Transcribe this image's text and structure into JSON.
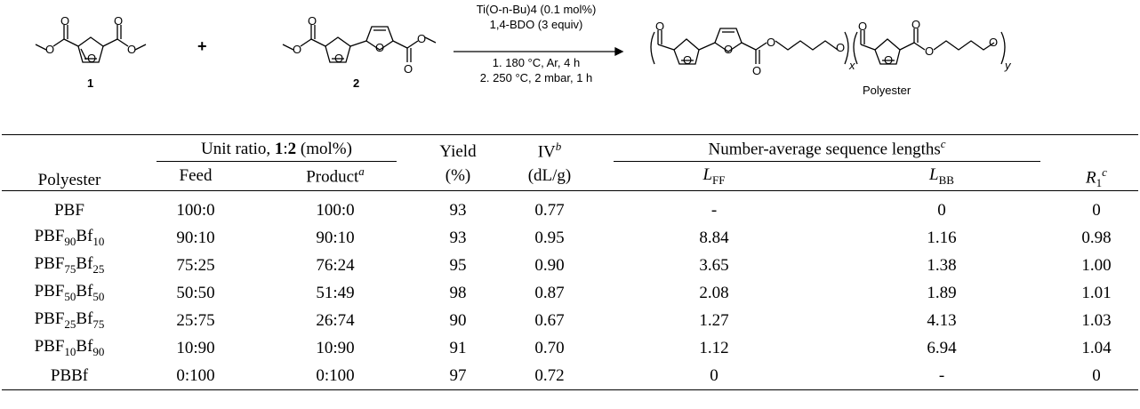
{
  "scheme": {
    "compound1_label": "1",
    "compound2_label": "2",
    "plus": "+",
    "conditions": [
      "Ti(O-n-Bu)4 (0.1 mol%)",
      "1,4-BDO (3 equiv)",
      "1. 180 °C, Ar, 4 h",
      "2. 250 °C, 2 mbar, 1 h"
    ],
    "product_label": "Polyester",
    "subscript_x": "x",
    "subscript_y": "y",
    "atom_O": "O"
  },
  "table": {
    "headers": {
      "polyester": "Polyester",
      "unit_ratio_prefix": "Unit ratio, ",
      "unit_ratio_bold": "1",
      "unit_ratio_colon": ":",
      "unit_ratio_bold2": "2",
      "unit_ratio_suffix": " (mol%)",
      "feed": "Feed",
      "product": "Product",
      "product_sup": "a",
      "yield": "Yield",
      "yield_unit": "(%)",
      "iv": "IV",
      "iv_sup": "b",
      "iv_unit": "(dL/g)",
      "seq": "Number-average sequence lengths",
      "seq_sup": "c",
      "lff_main": "L",
      "lff_sub": "FF",
      "lbb_main": "L",
      "lbb_sub": "BB",
      "r_main": "R",
      "r_sub": "1",
      "r_sup": "c"
    },
    "rows": [
      {
        "name_pre": "PBF",
        "a": "",
        "mid": "",
        "b": "",
        "feed": "100:0",
        "product": "100:0",
        "yield": "93",
        "iv": "0.77",
        "lff": "-",
        "lbb": "0",
        "r": "0"
      },
      {
        "name_pre": "PBF",
        "a": "90",
        "mid": "Bf",
        "b": "10",
        "feed": "90:10",
        "product": "90:10",
        "yield": "93",
        "iv": "0.95",
        "lff": "8.84",
        "lbb": "1.16",
        "r": "0.98"
      },
      {
        "name_pre": "PBF",
        "a": "75",
        "mid": "Bf",
        "b": "25",
        "feed": "75:25",
        "product": "76:24",
        "yield": "95",
        "iv": "0.90",
        "lff": "3.65",
        "lbb": "1.38",
        "r": "1.00"
      },
      {
        "name_pre": "PBF",
        "a": "50",
        "mid": "Bf",
        "b": "50",
        "feed": "50:50",
        "product": "51:49",
        "yield": "98",
        "iv": "0.87",
        "lff": "2.08",
        "lbb": "1.89",
        "r": "1.01"
      },
      {
        "name_pre": "PBF",
        "a": "25",
        "mid": "Bf",
        "b": "75",
        "feed": "25:75",
        "product": "26:74",
        "yield": "90",
        "iv": "0.67",
        "lff": "1.27",
        "lbb": "4.13",
        "r": "1.03"
      },
      {
        "name_pre": "PBF",
        "a": "10",
        "mid": "Bf",
        "b": "90",
        "feed": "10:90",
        "product": "10:90",
        "yield": "91",
        "iv": "0.70",
        "lff": "1.12",
        "lbb": "6.94",
        "r": "1.04"
      },
      {
        "name_pre": "PBBf",
        "a": "",
        "mid": "",
        "b": "",
        "feed": "0:100",
        "product": "0:100",
        "yield": "97",
        "iv": "0.72",
        "lff": "0",
        "lbb": "-",
        "r": "0"
      }
    ]
  }
}
